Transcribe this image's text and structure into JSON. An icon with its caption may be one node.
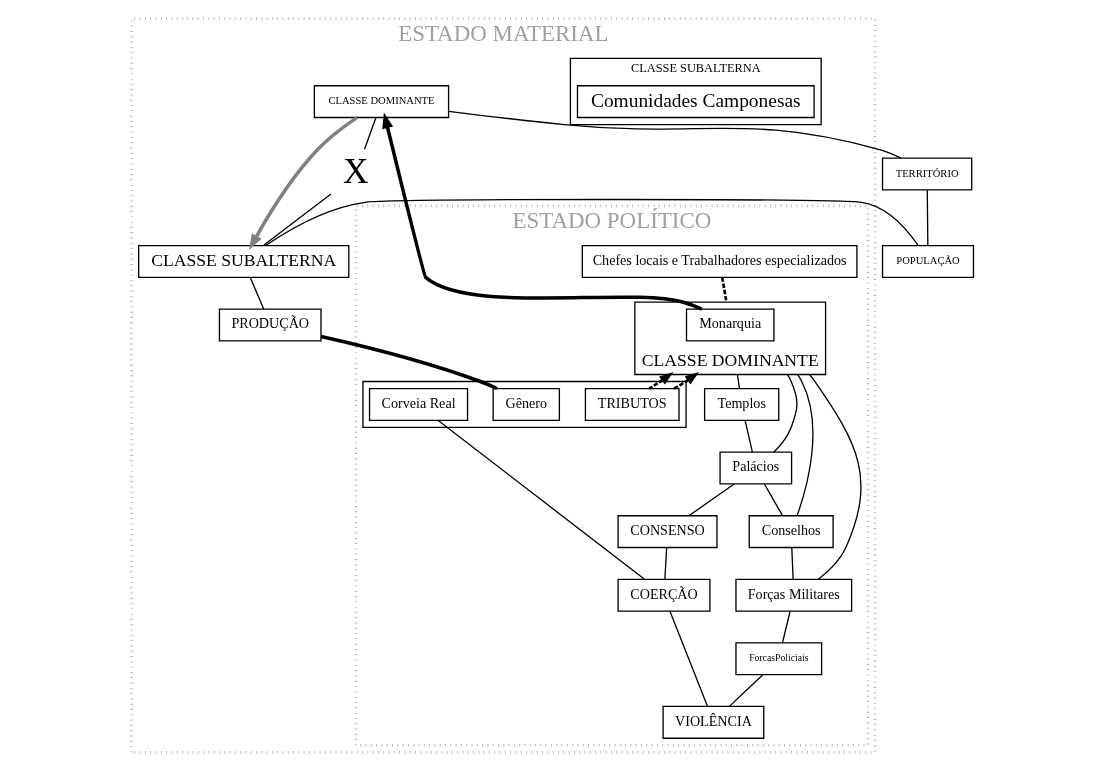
{
  "diagram": {
    "nodes": [
      {
        "text": [
          "ESTADO MATERIAL"
        ]
      },
      {
        "text": [
          "TERRITÓRIO"
        ]
      },
      {
        "text": [
          "POPULAÇÃO"
        ]
      },
      {
        "text": [
          "CLASSE DOMINANTE"
        ],
        "in": 0
      },
      {
        "text": [
          "CLASSE SUBALTERNA"
        ],
        "in": 0
      },
      {
        "text": [
          "X"
        ],
        "in": 0
      },
      {
        "text": [
          "PRODUÇÃO"
        ],
        "in": 0
      },
      {
        "text": [
          "ESTADO POLÍTICO"
        ],
        "in": 0
      },
      {
        "text": [
          "CLASSE DOMINANTE"
        ],
        "in": 7
      },
      {
        "text": [
          "Monarquia"
        ],
        "in": 8
      },
      {
        "text": [
          "CLASSE SUBALTERNA"
        ],
        "in": 0
      },
      {
        "text": [
          "Comunidades Camponesas"
        ],
        "in": 10
      },
      {
        "text": [
          "Chefes locais e Trabalhadores especializados"
        ],
        "in": 7
      },
      {
        "text": [
          "Templos"
        ],
        "in": 7
      },
      {
        "text": [
          "Palácios"
        ],
        "in": 7
      },
      {
        "text": [
          "Conselhos"
        ],
        "in": 7
      },
      {
        "text": [
          "Forças Militares"
        ],
        "in": 7
      },
      {
        "text": [
          "ForcasPoliciais"
        ],
        "in": 7
      },
      {
        "text": [],
        "shape": "box",
        "in": 7
      },
      {
        "text": [
          "TRIBUTOS"
        ],
        "in": 18
      },
      {
        "text": [
          "Gênero"
        ],
        "in": 18
      },
      {
        "text": [
          "Corveia Real"
        ],
        "in": 18
      },
      {
        "text": [
          "CONSENSO"
        ],
        "in": 7
      },
      {
        "text": [
          "COERÇÃO"
        ],
        "in": 7
      },
      {
        "text": [
          "VIOLÊNCIA"
        ],
        "in": 7
      }
    ],
    "edges": [
      {
        "from": 3,
        "to": 1,
        "arrow": "none"
      },
      {
        "from": 1,
        "to": 2,
        "arrow": "none"
      },
      {
        "from": 2,
        "to": 4,
        "arrow": "none"
      },
      {
        "from": 3,
        "to": 5,
        "arrow": "none"
      },
      {
        "from": 5,
        "to": 4,
        "arrow": "none"
      },
      {
        "from": 4,
        "to": 6,
        "arrow": "none"
      },
      {
        "from": 9,
        "to": 3,
        "arrow": "to",
        "style": "thick"
      },
      {
        "from": 19,
        "to": 8,
        "arrow": "to",
        "style": "dashed"
      },
      {
        "from": 19,
        "to": 8,
        "arrow": "to",
        "style": "dashed"
      },
      {
        "from": 8,
        "to": 13,
        "arrow": "none"
      },
      {
        "from": 8,
        "to": 14,
        "arrow": "none"
      },
      {
        "from": 8,
        "to": 15,
        "arrow": "none"
      },
      {
        "from": 8,
        "to": 16,
        "arrow": "none"
      },
      {
        "from": 12,
        "to": 8,
        "arrow": "none",
        "style": "dashed"
      },
      {
        "from": 13,
        "to": 14,
        "arrow": "none"
      },
      {
        "from": 14,
        "to": 15,
        "arrow": "none"
      },
      {
        "from": 15,
        "to": 16,
        "arrow": "none"
      },
      {
        "from": 16,
        "to": 17,
        "arrow": "none"
      },
      {
        "from": 14,
        "to": 22,
        "arrow": "none"
      },
      {
        "from": 22,
        "to": 23,
        "arrow": "none"
      },
      {
        "from": 21,
        "to": 23,
        "arrow": "none"
      },
      {
        "from": 23,
        "to": 24,
        "arrow": "none"
      },
      {
        "from": 17,
        "to": 24,
        "arrow": "none"
      },
      {
        "from": 6,
        "to": 20,
        "arrow": "none",
        "style": "thick"
      },
      {
        "from": 3,
        "to": 4,
        "arrow": "to",
        "style": "thick",
        "color": "#808080"
      }
    ]
  }
}
